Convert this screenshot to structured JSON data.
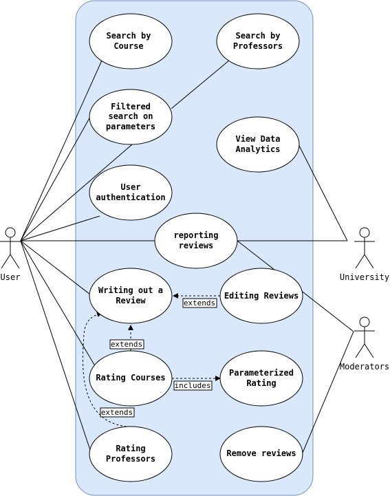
{
  "actors": {
    "user": "User",
    "university": "University",
    "moderators": "Moderators"
  },
  "use_cases": {
    "search_course": [
      "Search by",
      "Course"
    ],
    "search_professors": [
      "Search by",
      "Professors"
    ],
    "filtered_search": [
      "Filtered",
      "search on",
      "parameters"
    ],
    "view_analytics": [
      "View Data",
      "Analytics"
    ],
    "user_auth": [
      "User",
      "authentication"
    ],
    "reporting_reviews": [
      "reporting",
      "reviews"
    ],
    "writing_review": [
      "Writing out a",
      "Review"
    ],
    "editing_reviews": [
      "Editing Reviews"
    ],
    "rating_courses": [
      "Rating Courses"
    ],
    "parameterized_rating": [
      "Parameterized",
      "Rating"
    ],
    "rating_professors": [
      "Rating",
      "Professors"
    ],
    "remove_reviews": [
      "Remove reviews"
    ]
  },
  "relations": {
    "extends_editing": "extends",
    "extends_rating_courses": "extends",
    "includes_parameterized": "includes",
    "extends_rating_professors": "extends"
  },
  "colors": {
    "system_fill": "#dae8fc",
    "system_stroke": "#6c8ebf"
  }
}
